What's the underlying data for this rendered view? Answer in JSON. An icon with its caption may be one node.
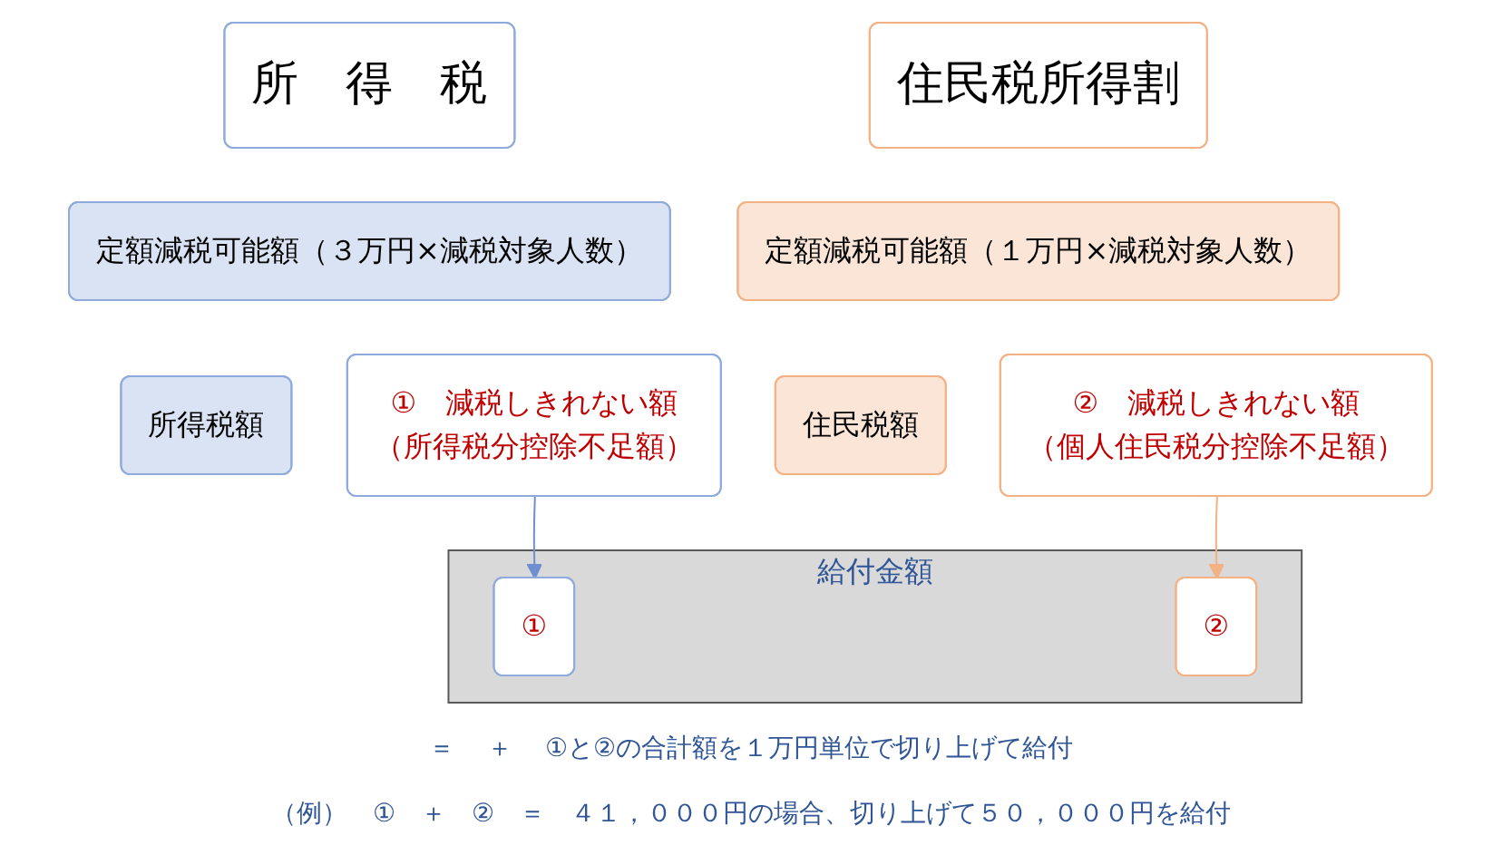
{
  "diagram": {
    "nodes": [
      {
        "text": [
          "所　得　税"
        ]
      },
      {
        "text": [
          "住民税所得割"
        ]
      },
      {
        "text": [
          "定額減税可能額（３万円×減税対象人数）"
        ]
      },
      {
        "text": [
          "定額減税可能額（１万円×減税対象人数）"
        ]
      },
      {
        "text": [
          "所得税額"
        ]
      },
      {
        "text": [
          "①　減税しきれない額",
          "（所得税分控除不足額）"
        ]
      },
      {
        "text": [
          "住民税額"
        ]
      },
      {
        "text": [
          "②　減税しきれない額",
          "（個人住民税分控除不足額）"
        ]
      },
      {
        "text": [
          "給付金額"
        ]
      },
      {
        "text": [
          "①"
        ],
        "in": 8
      },
      {
        "text": [
          "②"
        ],
        "in": 8
      }
    ],
    "edges": [
      {
        "from": 5,
        "to": 9,
        "arrow": "to",
        "color": "#6f8fd0"
      },
      {
        "from": 7,
        "to": 10,
        "arrow": "to",
        "color": "#f4b183"
      }
    ],
    "labels": [
      "＝",
      "＋",
      "①と②の合計額を１万円単位で切り上げて給付",
      "（例）　①　＋　②　＝　４１，０００円の場合、切り上げて５０，０００円を給付"
    ]
  }
}
